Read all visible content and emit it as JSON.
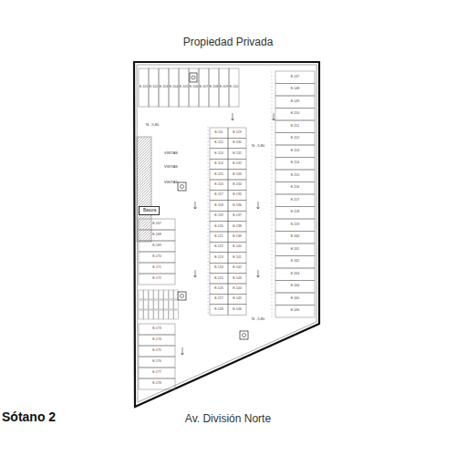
{
  "diagram": {
    "nodes": [
      {
        "text": [
          "Basura"
        ]
      }
    ],
    "labels": [
      "Propiedad Privada",
      "Av. División Norte",
      "Sótano 2",
      "VISITAS",
      "VISITAS",
      "VISITAS",
      "N: -5.80",
      "N: -5.80",
      "N: -5.80",
      "E-101",
      "E-102",
      "E-103",
      "E-104",
      "E-105",
      "E-106",
      "E-107",
      "E-108",
      "E-109",
      "E-110",
      "E-111",
      "E-112",
      "E-113",
      "E-114",
      "E-115",
      "E-116",
      "E-117",
      "E-118",
      "E-119",
      "E-120",
      "E-121",
      "E-122",
      "E-123",
      "E-124",
      "E-125",
      "E-126",
      "E-127",
      "E-128",
      "E-129",
      "E-130",
      "E-131",
      "E-132",
      "E-133",
      "E-134",
      "E-135",
      "E-136",
      "E-137",
      "E-138",
      "E-139",
      "E-140",
      "E-141",
      "E-142",
      "E-143",
      "E-144",
      "E-145",
      "E-146",
      "E-147",
      "E-148",
      "E-149",
      "E-150",
      "E-151",
      "E-152",
      "E-153",
      "E-154",
      "E-155",
      "E-156",
      "E-157",
      "E-158",
      "E-159",
      "E-160",
      "E-161",
      "E-162",
      "E-163",
      "E-164",
      "E-165",
      "E-166",
      "E-167",
      "E-168",
      "E-169",
      "E-170",
      "E-171",
      "E-172",
      "E-173",
      "E-174",
      "E-175",
      "E-176",
      "E-177",
      "E-178"
    ]
  }
}
